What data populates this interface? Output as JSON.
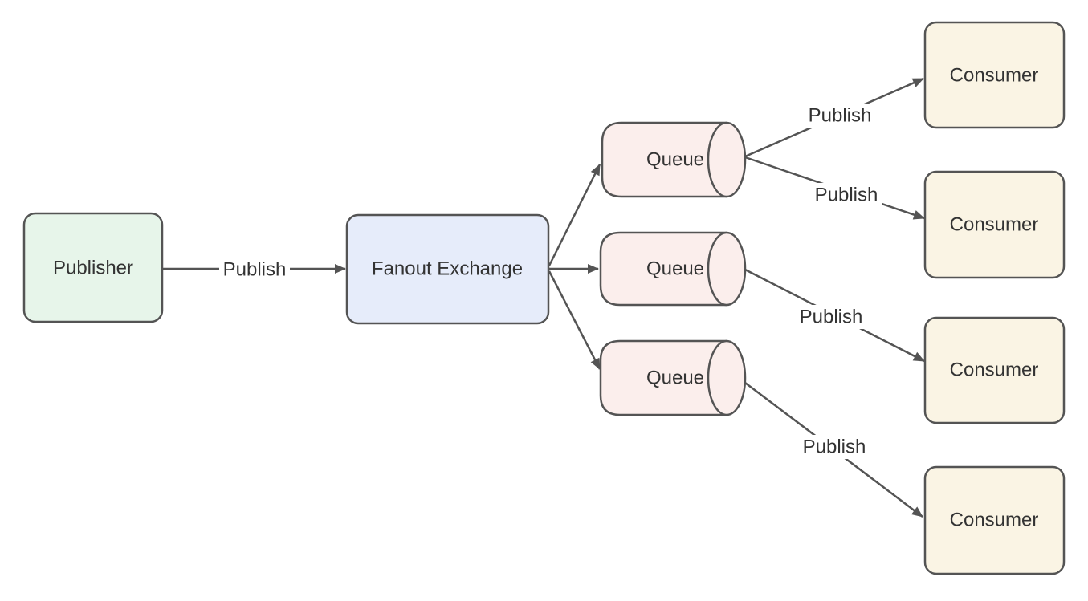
{
  "diagram": {
    "background": "#ffffff",
    "stroke_color": "#545454",
    "text_color": "#333333",
    "nodes": {
      "publisher": {
        "label": "Publisher",
        "fill": "#e7f5ea"
      },
      "fanout_exchange": {
        "label": "Fanout Exchange",
        "fill": "#e6ecfa"
      },
      "queue1": {
        "label": "Queue",
        "fill": "#fbeeec"
      },
      "queue2": {
        "label": "Queue",
        "fill": "#fbeeec"
      },
      "queue3": {
        "label": "Queue",
        "fill": "#fbeeec"
      },
      "consumer1": {
        "label": "Consumer",
        "fill": "#faf4e4"
      },
      "consumer2": {
        "label": "Consumer",
        "fill": "#faf4e4"
      },
      "consumer3": {
        "label": "Consumer",
        "fill": "#faf4e4"
      },
      "consumer4": {
        "label": "Consumer",
        "fill": "#faf4e4"
      }
    },
    "edges": {
      "publisher_to_exchange": {
        "label": "Publish"
      },
      "queue1_to_consumer1": {
        "label": "Publish"
      },
      "queue1_to_consumer2": {
        "label": "Publish"
      },
      "queue2_to_consumer3": {
        "label": "Publish"
      },
      "queue3_to_consumer4": {
        "label": "Publish"
      }
    }
  }
}
